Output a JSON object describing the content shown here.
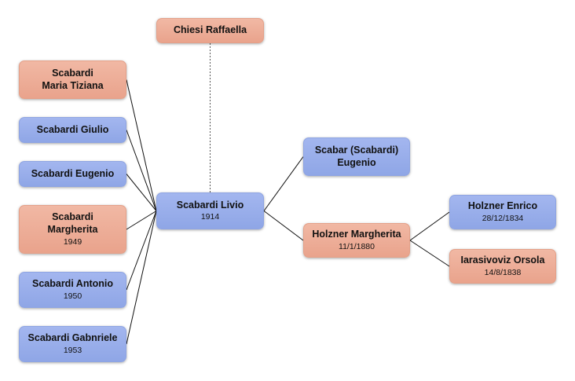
{
  "nodes": {
    "chiesi_raffaella": {
      "name": "Chiesi Raffaella",
      "date": "",
      "gender": "female"
    },
    "scabardi_maria_tiziana": {
      "name": "Scabardi\nMaria Tiziana",
      "date": "",
      "gender": "female"
    },
    "scabardi_giulio": {
      "name": "Scabardi Giulio",
      "date": "",
      "gender": "male"
    },
    "scabardi_eugenio": {
      "name": "Scabardi Eugenio",
      "date": "",
      "gender": "male"
    },
    "scabardi_margherita": {
      "name": "Scabardi\nMargherita",
      "date": "1949",
      "gender": "female"
    },
    "scabardi_antonio": {
      "name": "Scabardi Antonio",
      "date": "1950",
      "gender": "male"
    },
    "scabardi_gabnriele": {
      "name": "Scabardi Gabnriele",
      "date": "1953",
      "gender": "male"
    },
    "scabardi_livio": {
      "name": "Scabardi Livio",
      "date": "1914",
      "gender": "male"
    },
    "scabar_eugenio": {
      "name": "Scabar (Scabardi)\nEugenio",
      "date": "",
      "gender": "male"
    },
    "holzner_margherita": {
      "name": "Holzner Margherita",
      "date": "11/1/1880",
      "gender": "female"
    },
    "holzner_enrico": {
      "name": "Holzner Enrico",
      "date": "28/12/1834",
      "gender": "male"
    },
    "iarasivoviz_orsola": {
      "name": "Iarasivoviz Orsola",
      "date": "14/8/1838",
      "gender": "female"
    }
  },
  "links": [
    {
      "from": "scabardi_livio",
      "to": "chiesi_raffaella",
      "style": "dotted"
    },
    {
      "from": "scabardi_livio",
      "to": "scabardi_maria_tiziana",
      "style": "solid"
    },
    {
      "from": "scabardi_livio",
      "to": "scabardi_giulio",
      "style": "solid"
    },
    {
      "from": "scabardi_livio",
      "to": "scabardi_eugenio",
      "style": "solid"
    },
    {
      "from": "scabardi_livio",
      "to": "scabardi_margherita",
      "style": "solid"
    },
    {
      "from": "scabardi_livio",
      "to": "scabardi_antonio",
      "style": "solid"
    },
    {
      "from": "scabardi_livio",
      "to": "scabardi_gabnriele",
      "style": "solid"
    },
    {
      "from": "scabardi_livio",
      "to": "scabar_eugenio",
      "style": "solid"
    },
    {
      "from": "scabardi_livio",
      "to": "holzner_margherita",
      "style": "solid"
    },
    {
      "from": "holzner_margherita",
      "to": "holzner_enrico",
      "style": "solid"
    },
    {
      "from": "holzner_margherita",
      "to": "iarasivoviz_orsola",
      "style": "solid"
    }
  ]
}
